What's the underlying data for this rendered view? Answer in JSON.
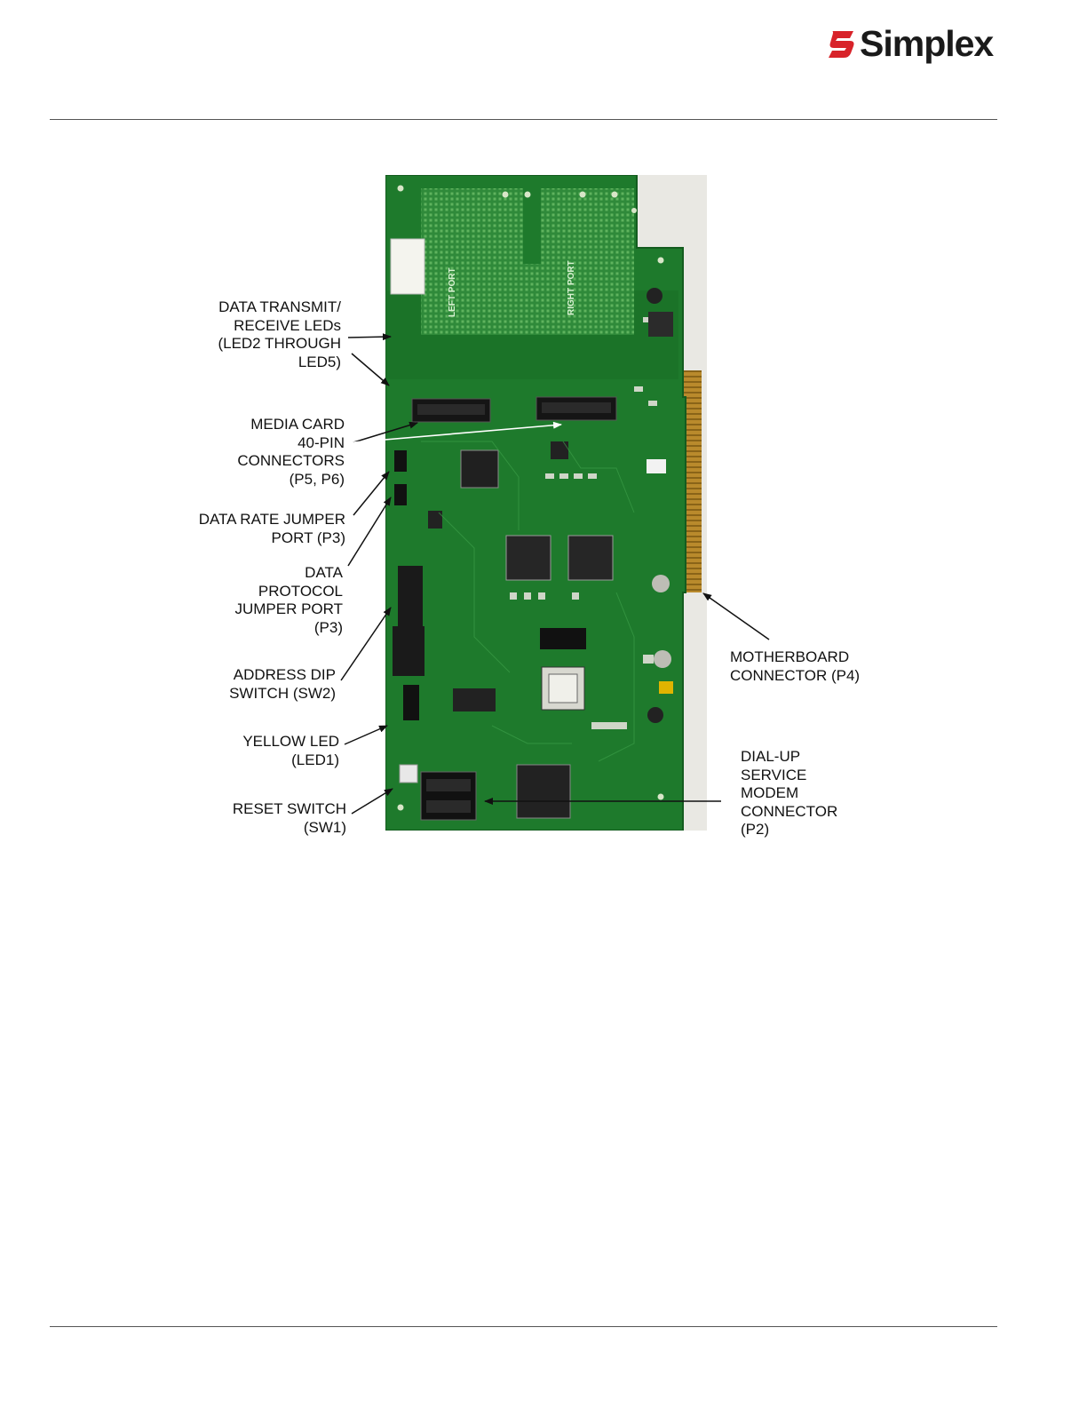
{
  "header": {
    "logo_text": "Simplex",
    "logo_mark_color": "#d8232a"
  },
  "figure": {
    "photo": "PCB circuit board photo (green board with connectors, chips, gold edge connector)",
    "board_silkscreen": {
      "left_port": "LEFT PORT",
      "right_port": "RIGHT PORT"
    },
    "callouts": {
      "data_leds": [
        "DATA TRANSMIT/",
        "RECEIVE LEDs",
        "(LED2 THROUGH",
        "LED5)"
      ],
      "media_card": [
        "MEDIA CARD",
        "40-PIN",
        "CONNECTORS",
        "(P5, P6)"
      ],
      "data_rate": [
        "DATA RATE JUMPER",
        "PORT (P3)"
      ],
      "data_protocol": [
        "DATA",
        "PROTOCOL",
        "JUMPER PORT",
        "(P3)"
      ],
      "address_dip": [
        "ADDRESS DIP",
        "SWITCH (SW2)"
      ],
      "yellow_led": [
        "YELLOW LED",
        "(LED1)"
      ],
      "reset_switch": [
        "RESET SWITCH",
        "(SW1)"
      ],
      "motherboard": [
        "MOTHERBOARD",
        "CONNECTOR (P4)"
      ],
      "dialup": [
        "DIAL-UP",
        "SERVICE",
        "MODEM",
        "CONNECTOR",
        "(P2)"
      ]
    }
  }
}
